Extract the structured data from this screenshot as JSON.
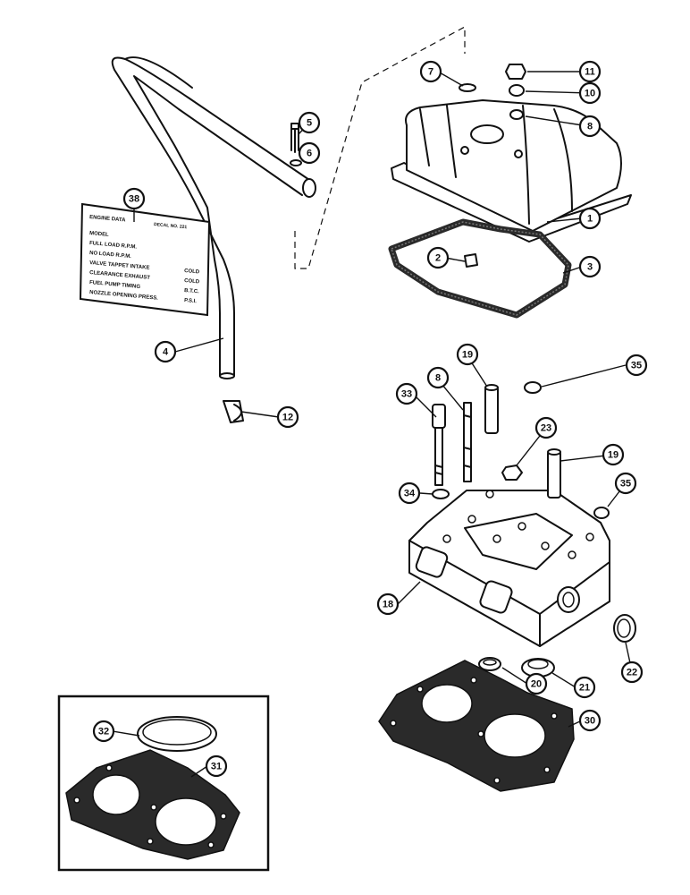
{
  "callouts": [
    {
      "id": "1",
      "label": "1"
    },
    {
      "id": "2",
      "label": "2"
    },
    {
      "id": "3",
      "label": "3"
    },
    {
      "id": "4",
      "label": "4"
    },
    {
      "id": "5",
      "label": "5"
    },
    {
      "id": "6",
      "label": "6"
    },
    {
      "id": "7",
      "label": "7"
    },
    {
      "id": "8a",
      "label": "8"
    },
    {
      "id": "8b",
      "label": "8"
    },
    {
      "id": "10",
      "label": "10"
    },
    {
      "id": "11",
      "label": "11"
    },
    {
      "id": "12",
      "label": "12"
    },
    {
      "id": "18",
      "label": "18"
    },
    {
      "id": "19a",
      "label": "19"
    },
    {
      "id": "19b",
      "label": "19"
    },
    {
      "id": "20",
      "label": "20"
    },
    {
      "id": "21",
      "label": "21"
    },
    {
      "id": "22",
      "label": "22"
    },
    {
      "id": "23",
      "label": "23"
    },
    {
      "id": "30",
      "label": "30"
    },
    {
      "id": "31",
      "label": "31"
    },
    {
      "id": "32",
      "label": "32"
    },
    {
      "id": "33",
      "label": "33"
    },
    {
      "id": "34",
      "label": "34"
    },
    {
      "id": "35a",
      "label": "35"
    },
    {
      "id": "35b",
      "label": "35"
    },
    {
      "id": "38",
      "label": "38"
    }
  ],
  "decal": {
    "title": "ENGINE DATA",
    "part_no": "DECAL NO. 221",
    "lines": [
      {
        "left": "MODEL",
        "right": ""
      },
      {
        "left": "FULL LOAD R.P.M.",
        "right": ""
      },
      {
        "left": "NO LOAD R.P.M.",
        "right": ""
      },
      {
        "left": "VALVE TAPPET     INTAKE",
        "right": "COLD"
      },
      {
        "left": "  CLEARANCE      EXHAUST",
        "right": "COLD"
      },
      {
        "left": "FUEL PUMP TIMING",
        "right": "B.T.C."
      },
      {
        "left": "NOZZLE OPENING PRESS.",
        "right": "P.S.I."
      }
    ]
  },
  "colors": {
    "ink": "#111111",
    "paper": "#ffffff",
    "gasket": "#2a2a2a"
  }
}
